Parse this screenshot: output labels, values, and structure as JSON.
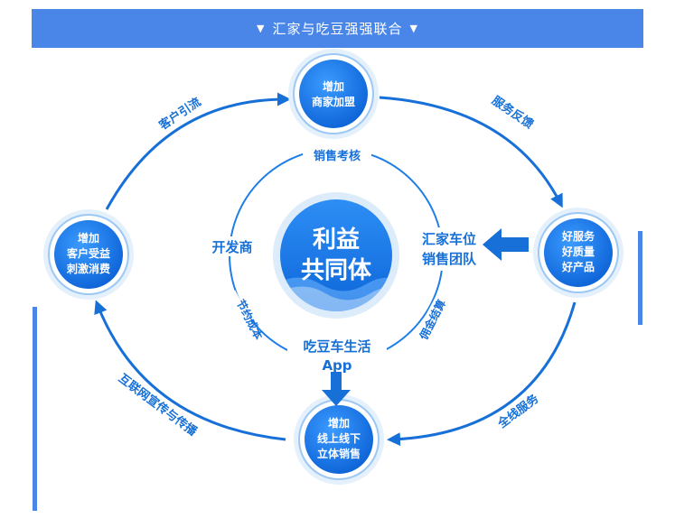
{
  "header": {
    "title": "汇家与吃豆强强联合",
    "marker": "▼"
  },
  "colors": {
    "primary": "#1e7ee8",
    "dark": "#1670d8",
    "light": "#dcecfb",
    "header": "#4a86e8"
  },
  "center": {
    "line1": "利益",
    "line2": "共同体"
  },
  "nodes": {
    "top": {
      "line1": "增加",
      "line2": "商家加盟"
    },
    "right": {
      "line1": "好服务",
      "line2": "好质量",
      "line3": "好产品"
    },
    "bottom": {
      "line1": "增加",
      "line2": "线上线下",
      "line3": "立体销售"
    },
    "left": {
      "line1": "增加",
      "line2": "客户受益",
      "line3": "刺激消费"
    }
  },
  "outer_labels": {
    "top_left": "客户引流",
    "top_right": "服务反馈",
    "bottom_right": "全线服务",
    "bottom_left": "互联网宣传与传播"
  },
  "inner_labels": {
    "top": "销售考核",
    "left": "开发商",
    "right_line1": "汇家车位",
    "right_line2": "销售团队",
    "bottom_line1": "吃豆车生活",
    "bottom_line2": "App",
    "lower_left": "节约成本",
    "lower_right": "佣金结算"
  }
}
